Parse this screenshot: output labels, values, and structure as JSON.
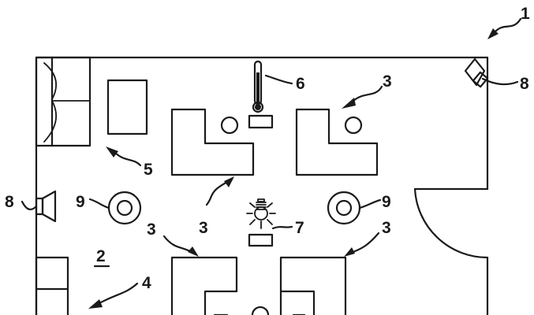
{
  "labels": {
    "room": "1",
    "room_area": "2",
    "desk_upper_right": "3",
    "desk_upper_left": "3",
    "desk_lower_left": "3",
    "desk_lower_right": "3",
    "seating_left_lower": "4",
    "sofa_table": "5",
    "thermometer": "6",
    "lamp": "7",
    "speaker_right": "8",
    "speaker_left": "8",
    "sensor_left": "9",
    "sensor_right": "9"
  }
}
